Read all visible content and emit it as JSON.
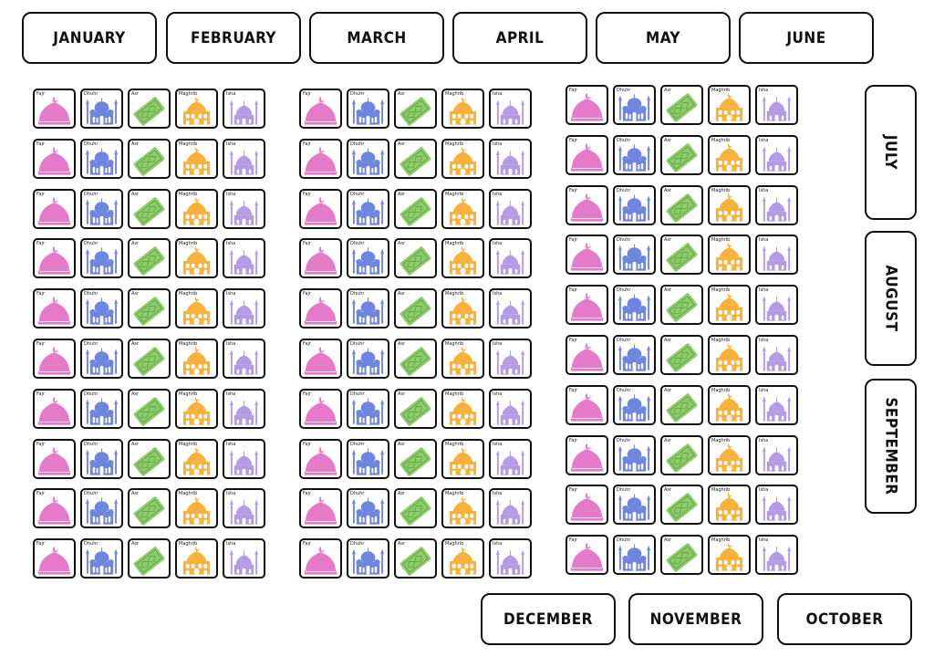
{
  "months_top": [
    "JANUARY",
    "FEBRUARY",
    "MARCH",
    "APRIL",
    "MAY",
    "JUNE"
  ],
  "months_right": [
    "JULY",
    "AUGUST",
    "SEPTEMBER"
  ],
  "months_bottom": [
    "DECEMBER",
    "NOVEMBER",
    "OCTOBER"
  ],
  "prayers": [
    {
      "label": "Fajr",
      "icon": "dome-crescent-icon",
      "color": "#e57ac9"
    },
    {
      "label": "Dhuhr",
      "icon": "mosque-icon",
      "color": "#6f86e0"
    },
    {
      "label": "Asr",
      "icon": "prayer-mat-icon",
      "color": "#8ccc6a"
    },
    {
      "label": "Maghrib",
      "icon": "mosque-arches-icon",
      "color": "#f8b23c"
    },
    {
      "label": "Isha",
      "icon": "mosque-minarets-icon",
      "color": "#b49be6"
    }
  ],
  "grids": [
    {
      "rows": 10
    },
    {
      "rows": 10
    },
    {
      "rows": 10
    }
  ]
}
